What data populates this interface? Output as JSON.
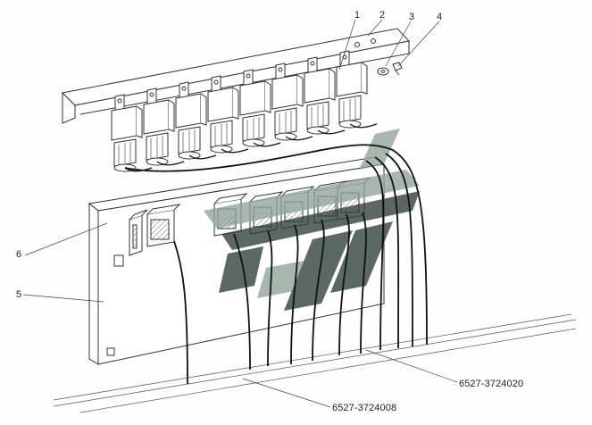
{
  "callouts": {
    "c1": "1",
    "c2": "2",
    "c3": "3",
    "c4": "4",
    "c5": "5",
    "c6": "6"
  },
  "part_numbers": {
    "harness_a": "6527-3724020",
    "harness_b": "6527-3724008"
  },
  "colors": {
    "line": "#333333",
    "watermark_dark": "#2f3e38",
    "watermark_light": "#8fa39a"
  },
  "watermark": "logo-emblem"
}
